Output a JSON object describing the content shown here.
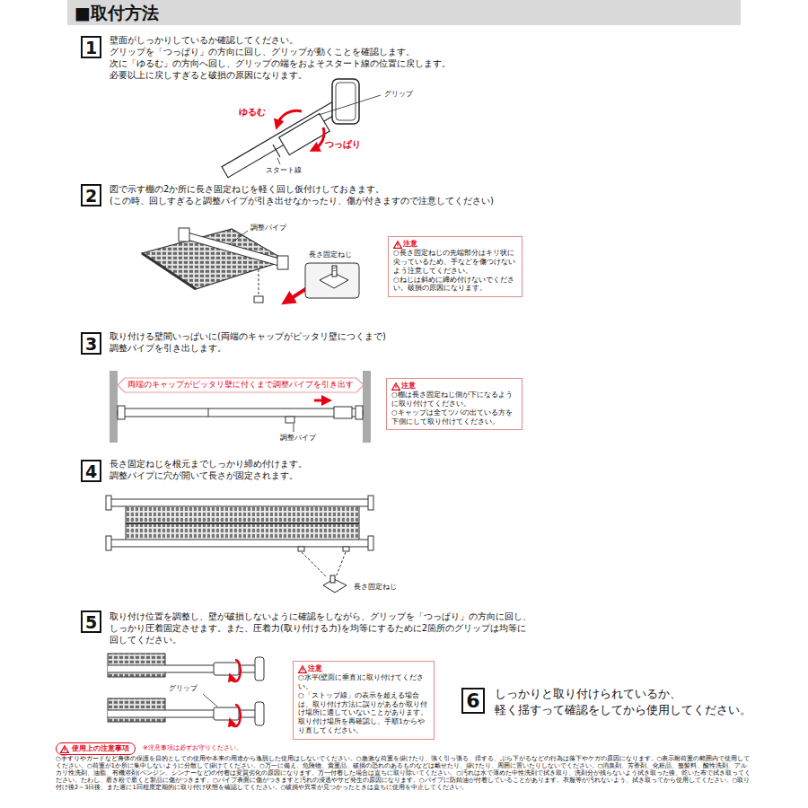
{
  "diagram": {
    "title": "■取付方法",
    "nodes": [
      {
        "text": [
          "1"
        ]
      },
      {
        "text": [
          "2"
        ]
      },
      {
        "text": [
          "注意",
          "○長さ固定ねじの先端部分はキリ状に尖っているため、手などを傷つけないよう注意してください。",
          "○ねじは斜めに締め付けないでください。破損の原因になります。"
        ]
      },
      {
        "text": [
          "3"
        ]
      },
      {
        "text": [
          "両端のキャップがピッタリ壁に付くまで調整パイプを引き出す"
        ]
      },
      {
        "text": [
          "注意",
          "○棚は長さ固定ねじ側が下になるように取り付けてください。",
          "○キャップは全てツバの出ている方を下側にして取り付けてください。"
        ]
      },
      {
        "text": [
          "4"
        ]
      },
      {
        "text": [
          "5"
        ]
      },
      {
        "text": [
          "注意",
          "○水平(壁面に垂直)に取り付けてください。",
          "○「ストップ線」の表示を超える場合は、取り付け方法に誤りがあるか取り付け場所に適していないことがあります。取り付け場所を再確認し、手順1からやり直してください。"
        ]
      },
      {
        "text": [
          "6"
        ]
      },
      {
        "text": [
          "使用上の注意事項"
        ]
      }
    ],
    "labels": [
      "壁面がしっかりしているか確認してください。",
      "グリップを「つっぱり」の方向に回し、グリップが動くことを確認します。",
      "次に「ゆるむ」の方向へ回し、グリップの端をおよそスタート線の位置に戻します。",
      "必要以上に戻しすぎると破損の原因になります。",
      "ゆるむ",
      "つっぱり",
      "グリップ",
      "スタート線",
      "図で示す棚の2か所に長さ固定ねじを軽く回し仮付けしておきます。",
      "(この時、回しすぎると調整パイプが引き出せなかったり、傷が付きますので注意してください)",
      "調整パイプ",
      "長さ固定ねじ",
      "取り付ける壁間いっぱいに(両端のキャップがピッタリ壁につくまで)",
      "調整パイプを引き出します。",
      "調整パイプ",
      "長さ固定ねじを根元までしっかり締め付けます。",
      "調整パイプに穴が開いて長さが固定されます。",
      "長さ固定ねじ",
      "取り付け位置を調整し、壁が破損しないように確認をしながら、グリップを「つっぱり」の方向に回し、",
      "しっかり圧着固定させます。また、圧着力(取り付ける力)を均等にするために2箇所のグリップは均等に",
      "回してください。",
      "グリップ",
      "しっかりと取り付けられているか、",
      "軽く揺すって確認をしてから使用してください。",
      "※注意事項は必ずお守りください。",
      "○手すりやガードなど身体の保護を目的としての使用や本来の用途から逸脱した使用はしないでください。○急激な荷重を掛けたり、強く引っ張る、揺する、ぶら下がるなどの行為は落下やケガの原因になります。○表示耐荷重の範囲内で使用してください。○荷重が1か所に集中しないように分散して掛けてください。○万一に備え、危険物、貴重品、破損の恐れのあるものなどは載せたり、掛けたり、周囲に置いたりしないでください。○消臭剤、芳香剤、化粧品、整髪料、酸性洗剤、アルカリ性洗剤、油脂、有機溶剤(ベンジン、シンナーなど)の付着は変質劣化の原因になります。万一付着した場合は直ちに取り除いてください。○汚れは水で薄めた中性洗剤で拭き取り、洗剤分が残らないよう拭き取った後、乾いた布で拭き取ってください。たわし、磨き粉で磨くと製品に傷がつきます。○パイプ表面に傷がつきますと汚れの浸透やサビ発生の原因になります。○パイプに防錆油が付着していることがあります。衣服等が汚れないよう、拭き取ってから使用してください。○取り付け後2～3日後、また週に1回程度定期的に取り付け状態を確認してください。○破損や異常が見つかったときは直ちに使用を中止してください。"
    ]
  }
}
